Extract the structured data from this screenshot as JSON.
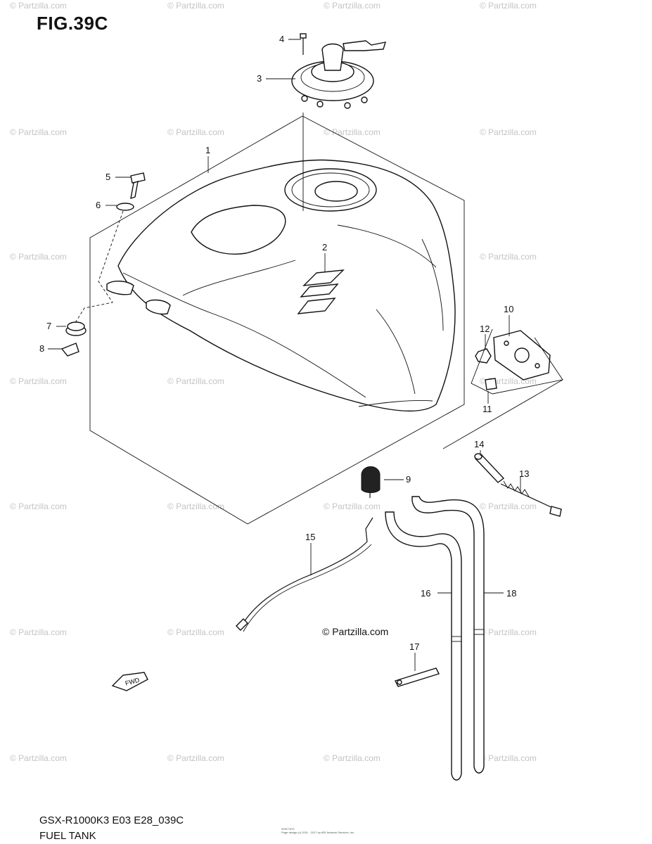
{
  "figure": {
    "title": "FIG.39C",
    "model_code": "GSX-R1000K3 E03 E28_039C",
    "assembly_name": "FUEL TANK",
    "copyright": "© Partzilla.com",
    "watermark": "© Partzilla.com",
    "fineprint": [
      "039C7670",
      "Page design (c) 2001 - 2017 by ARI Network Services, Inc."
    ]
  },
  "callouts": {
    "c1": "1",
    "c2": "2",
    "c3": "3",
    "c4": "4",
    "c5": "5",
    "c6": "6",
    "c7": "7",
    "c8": "8",
    "c9": "9",
    "c10": "10",
    "c11": "11",
    "c12": "12",
    "c13": "13",
    "c14": "14",
    "c15": "15",
    "c16": "16",
    "c17": "17",
    "c18": "18"
  },
  "icons": {
    "forward_arrow": "FWD"
  }
}
